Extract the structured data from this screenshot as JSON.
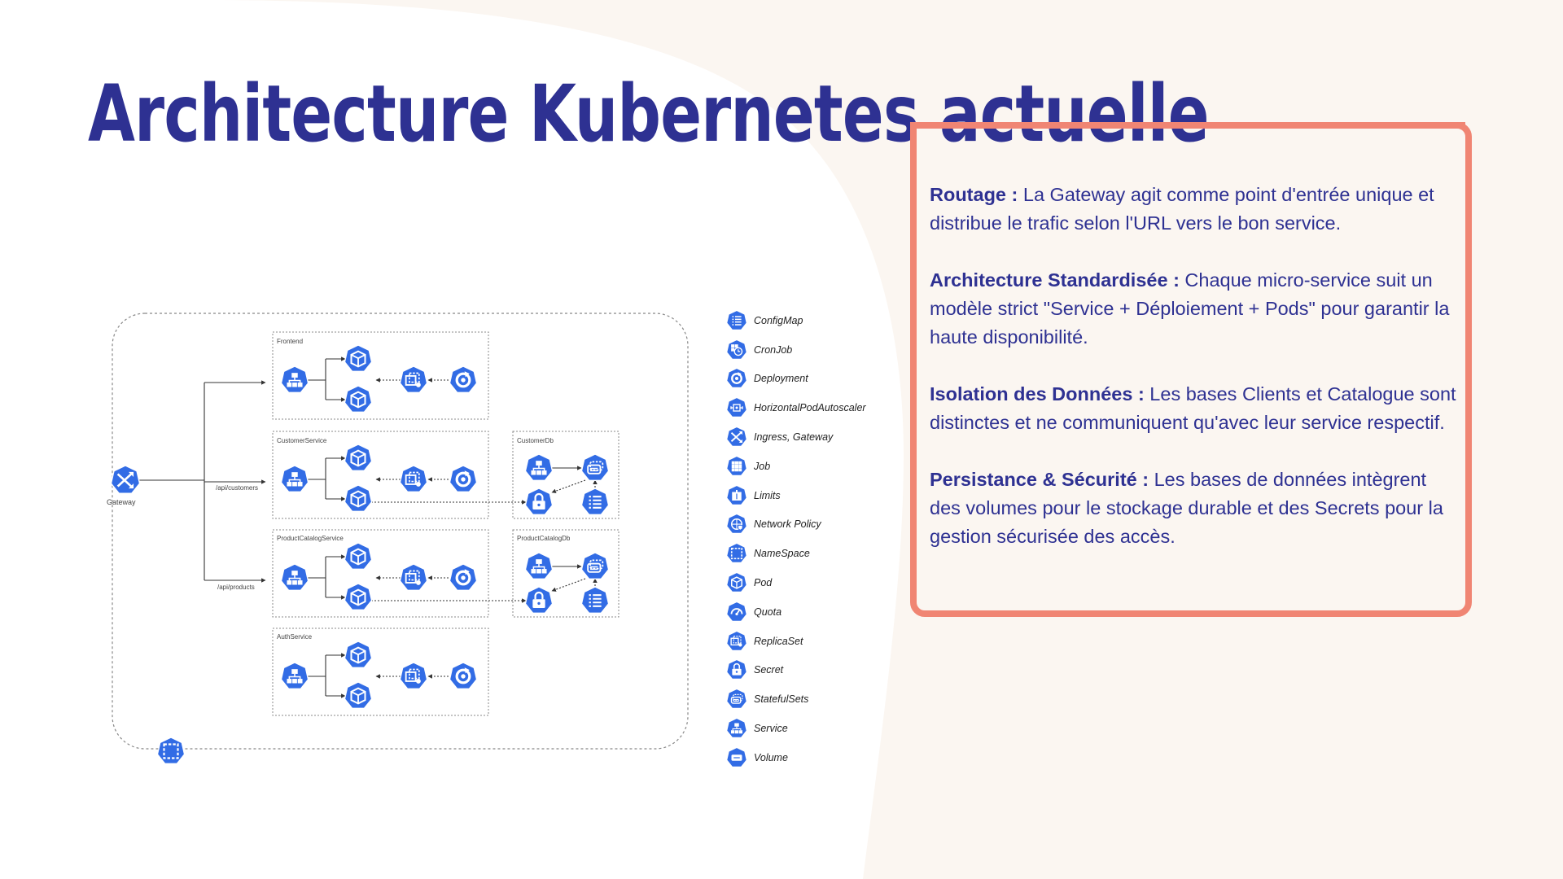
{
  "slide": {
    "title": "Architecture Kubernetes actuelle",
    "colors": {
      "title": "#2e3192",
      "accent": "#f08573",
      "background": "#fbf6f1",
      "k8s_blue": "#326ce5"
    }
  },
  "panel": {
    "paragraphs": [
      {
        "label": "Routage :",
        "text": " La Gateway agit comme point d'entrée unique et distribue le trafic selon l'URL vers le bon service."
      },
      {
        "label": "Architecture Standardisée :",
        "text": " Chaque micro-service suit un modèle strict \"Service + Déploiement + Pods\" pour garantir la haute disponibilité."
      },
      {
        "label": "Isolation des Données :",
        "text": " Les bases Clients et Catalogue sont distinctes et ne communiquent qu'avec leur service respectif."
      },
      {
        "label": "Persistance & Sécurité :",
        "text": " Les bases de données intègrent des volumes pour le stockage durable et des Secrets pour la gestion sécurisée des accès."
      }
    ]
  },
  "diagram": {
    "gateway_label": "Gateway",
    "routes": [
      "/api/customers",
      "/api/products"
    ],
    "service_groups": [
      "Frontend",
      "CustomerService",
      "ProductCatalogService",
      "AuthService"
    ],
    "db_groups": [
      "CustomerDb",
      "ProductCatalogDb"
    ]
  },
  "legend": {
    "items": [
      {
        "label": "ConfigMap",
        "icon": "configmap-icon"
      },
      {
        "label": "CronJob",
        "icon": "cronjob-icon"
      },
      {
        "label": "Deployment",
        "icon": "deployment-icon"
      },
      {
        "label": "HorizontalPodAutoscaler",
        "icon": "hpa-icon"
      },
      {
        "label": "Ingress, Gateway",
        "icon": "ingress-icon"
      },
      {
        "label": "Job",
        "icon": "job-icon"
      },
      {
        "label": "Limits",
        "icon": "limits-icon"
      },
      {
        "label": "Network Policy",
        "icon": "network-policy-icon"
      },
      {
        "label": "NameSpace",
        "icon": "namespace-icon"
      },
      {
        "label": "Pod",
        "icon": "pod-icon"
      },
      {
        "label": "Quota",
        "icon": "quota-icon"
      },
      {
        "label": "ReplicaSet",
        "icon": "replicaset-icon"
      },
      {
        "label": "Secret",
        "icon": "secret-icon"
      },
      {
        "label": "StatefulSets",
        "icon": "statefulset-icon"
      },
      {
        "label": "Service",
        "icon": "service-icon"
      },
      {
        "label": "Volume",
        "icon": "volume-icon"
      }
    ]
  }
}
